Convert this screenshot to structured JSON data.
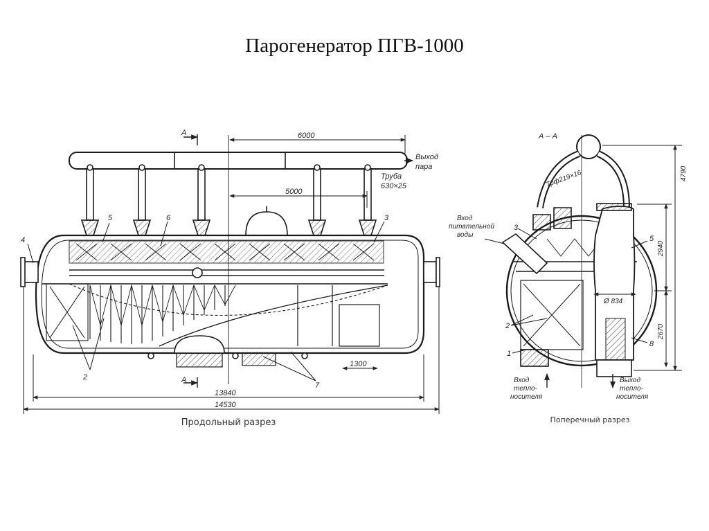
{
  "title": "Парогенератор ПГВ-1000",
  "longitudinal": {
    "caption": "Продольный разрез",
    "section_mark": "А",
    "dims": [
      "6000",
      "5000",
      "1300",
      "13840",
      "14530"
    ],
    "pipe_note": [
      "Труба",
      "630×25"
    ],
    "steam_outlet": [
      "Выход",
      "пара"
    ],
    "callouts": [
      "4",
      "5",
      "6",
      "3",
      "2",
      "7"
    ]
  },
  "cross": {
    "caption": "Поперечный разрез",
    "section_label": "А – А",
    "pipe_label": "Трф219×16",
    "feedwater_inlet": [
      "Вход",
      "питательной",
      "воды"
    ],
    "coolant_inlet": [
      "Вход",
      "тепло-",
      "носителя"
    ],
    "coolant_outlet": [
      "Выход",
      "тепло-",
      "носителя"
    ],
    "diameter": "Ø 834",
    "dims": [
      "4790",
      "2940",
      "2670"
    ],
    "callouts": [
      "3",
      "5",
      "2",
      "1",
      "8"
    ]
  }
}
